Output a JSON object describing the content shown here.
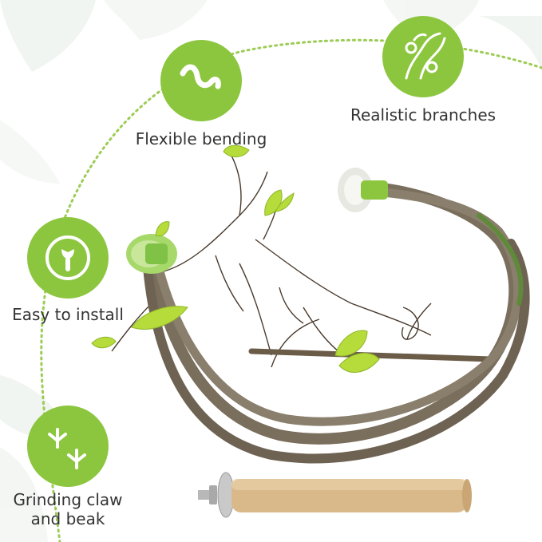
{
  "palette": {
    "accent_green": "#8cc63f",
    "leaf_green": "#b5dc3a",
    "bark_brown": "#7a6e5d",
    "wood_tan": "#d9b98a",
    "label_text": "#333333"
  },
  "features": [
    {
      "id": "flexible",
      "label": "Flexible bending",
      "icon": "wave-icon"
    },
    {
      "id": "realistic",
      "label": "Realistic branches",
      "icon": "vine-icon"
    },
    {
      "id": "install",
      "label": "Easy to install",
      "icon": "wrench-icon"
    },
    {
      "id": "grinding",
      "label_line1": "Grinding claw",
      "label_line2": "and beak",
      "icon": "bird-footprint-icon"
    }
  ]
}
